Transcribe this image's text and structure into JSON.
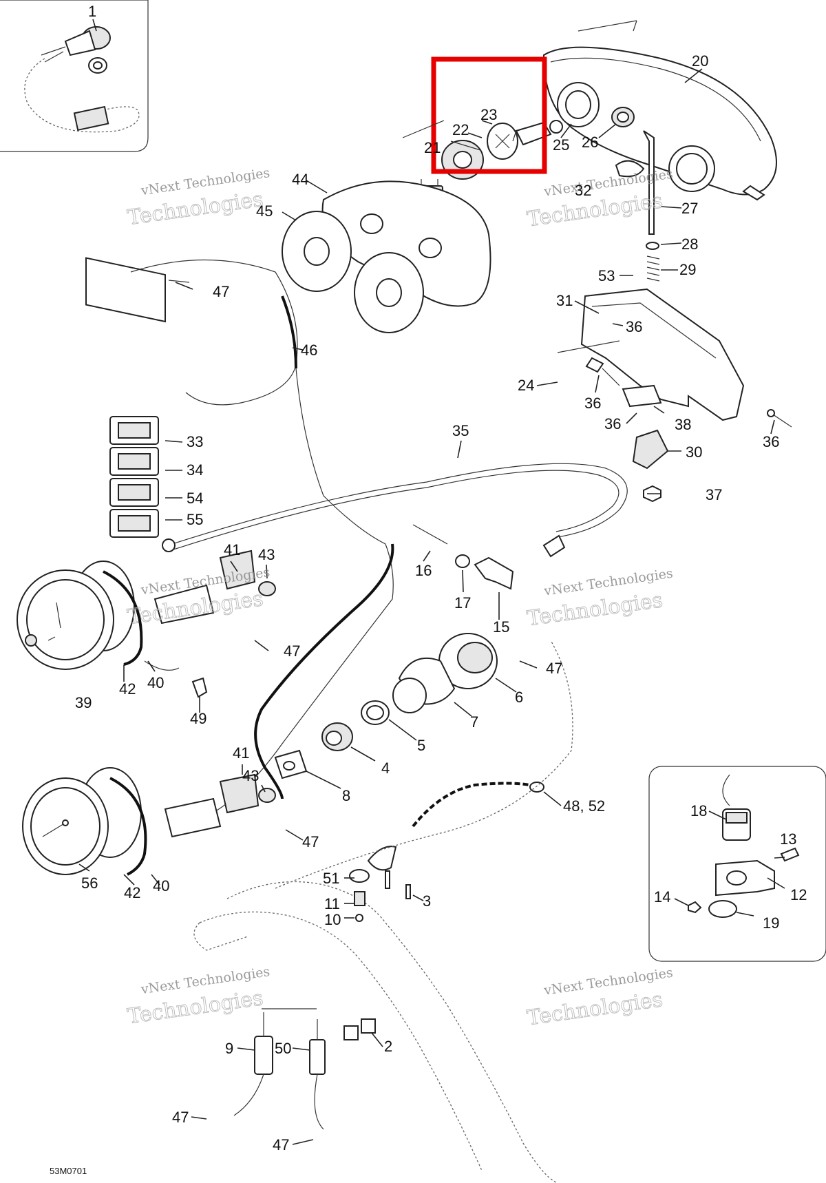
{
  "diagram": {
    "figure_code": "53M0701",
    "highlight_color": "#e60000",
    "watermark": {
      "line1": "vNext Technologies",
      "line2": "Technologies"
    },
    "callouts": [
      {
        "key": "c1",
        "label": "1"
      },
      {
        "key": "c20",
        "label": "20"
      },
      {
        "key": "c23",
        "label": "23"
      },
      {
        "key": "c22",
        "label": "22"
      },
      {
        "key": "c21",
        "label": "21"
      },
      {
        "key": "c25",
        "label": "25"
      },
      {
        "key": "c26",
        "label": "26"
      },
      {
        "key": "c32",
        "label": "32"
      },
      {
        "key": "c44",
        "label": "44"
      },
      {
        "key": "c45",
        "label": "45"
      },
      {
        "key": "c27",
        "label": "27"
      },
      {
        "key": "c28",
        "label": "28"
      },
      {
        "key": "c47a",
        "label": "47"
      },
      {
        "key": "c53",
        "label": "53"
      },
      {
        "key": "c29",
        "label": "29"
      },
      {
        "key": "c31",
        "label": "31"
      },
      {
        "key": "c36a",
        "label": "36"
      },
      {
        "key": "c46",
        "label": "46"
      },
      {
        "key": "c24",
        "label": "24"
      },
      {
        "key": "c36b",
        "label": "36"
      },
      {
        "key": "c36c",
        "label": "36"
      },
      {
        "key": "c38",
        "label": "38"
      },
      {
        "key": "c36d",
        "label": "36"
      },
      {
        "key": "c35",
        "label": "35"
      },
      {
        "key": "c33",
        "label": "33"
      },
      {
        "key": "c30",
        "label": "30"
      },
      {
        "key": "c34",
        "label": "34"
      },
      {
        "key": "c54",
        "label": "54"
      },
      {
        "key": "c37",
        "label": "37"
      },
      {
        "key": "c55",
        "label": "55"
      },
      {
        "key": "c41a",
        "label": "41"
      },
      {
        "key": "c43a",
        "label": "43"
      },
      {
        "key": "c16",
        "label": "16"
      },
      {
        "key": "c17",
        "label": "17"
      },
      {
        "key": "c15",
        "label": "15"
      },
      {
        "key": "c47b",
        "label": "47"
      },
      {
        "key": "c47c",
        "label": "47"
      },
      {
        "key": "c39",
        "label": "39"
      },
      {
        "key": "c42a",
        "label": "42"
      },
      {
        "key": "c40a",
        "label": "40"
      },
      {
        "key": "c6",
        "label": "6"
      },
      {
        "key": "c49",
        "label": "49"
      },
      {
        "key": "c7",
        "label": "7"
      },
      {
        "key": "c5",
        "label": "5"
      },
      {
        "key": "c41b",
        "label": "41"
      },
      {
        "key": "c4",
        "label": "4"
      },
      {
        "key": "c43b",
        "label": "43"
      },
      {
        "key": "c8",
        "label": "8"
      },
      {
        "key": "c4852",
        "label": "48, 52"
      },
      {
        "key": "c18",
        "label": "18"
      },
      {
        "key": "c13",
        "label": "13"
      },
      {
        "key": "c47d",
        "label": "47"
      },
      {
        "key": "c12",
        "label": "12"
      },
      {
        "key": "c51",
        "label": "51"
      },
      {
        "key": "c3",
        "label": "3"
      },
      {
        "key": "c14",
        "label": "14"
      },
      {
        "key": "c19",
        "label": "19"
      },
      {
        "key": "c11",
        "label": "11"
      },
      {
        "key": "c10",
        "label": "10"
      },
      {
        "key": "c56",
        "label": "56"
      },
      {
        "key": "c42b",
        "label": "42"
      },
      {
        "key": "c40b",
        "label": "40"
      },
      {
        "key": "c9",
        "label": "9"
      },
      {
        "key": "c50",
        "label": "50"
      },
      {
        "key": "c2",
        "label": "2"
      },
      {
        "key": "c47e",
        "label": "47"
      },
      {
        "key": "c47f",
        "label": "47"
      }
    ]
  }
}
